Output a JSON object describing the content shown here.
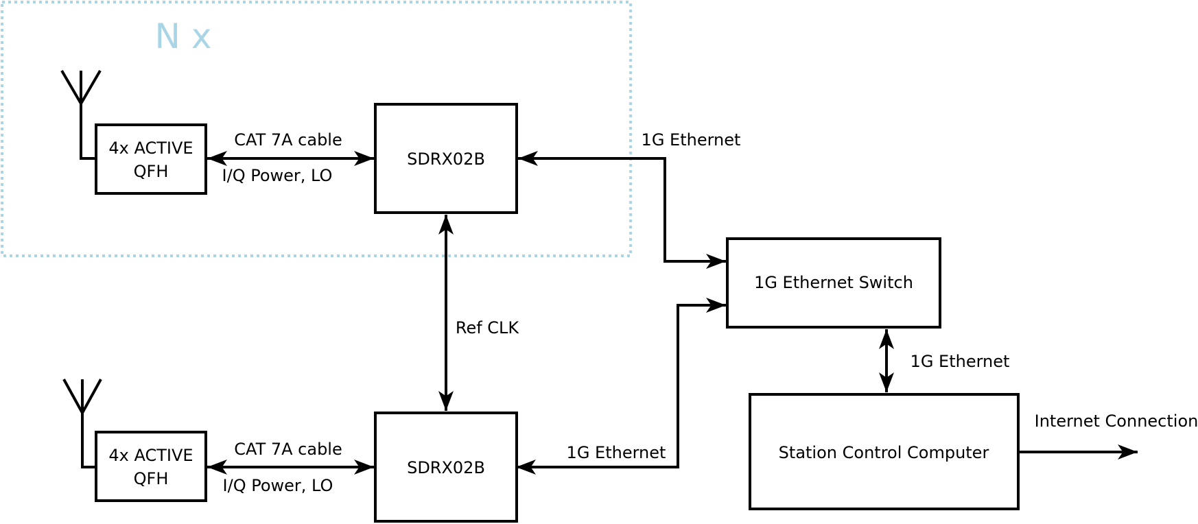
{
  "colors": {
    "line": "#000000",
    "accent_blue": "#a9d5e6",
    "background": "#ffffff"
  },
  "group": {
    "multiplier_label": "N x"
  },
  "nodes": {
    "qfh_top": {
      "label_line1": "4x ACTIVE",
      "label_line2": "QFH"
    },
    "sdrx_top": {
      "label": "SDRX02B"
    },
    "qfh_bottom": {
      "label_line1": "4x ACTIVE",
      "label_line2": "QFH"
    },
    "sdrx_bottom": {
      "label": "SDRX02B"
    },
    "ethernet_switch": {
      "label": "1G Ethernet Switch"
    },
    "station_computer": {
      "label": "Station Control Computer"
    }
  },
  "links": {
    "cat7a_top": {
      "label_above": "CAT 7A cable",
      "label_below": "I/Q Power, LO"
    },
    "cat7a_bottom": {
      "label_above": "CAT 7A cable",
      "label_below": "I/Q Power, LO"
    },
    "ethernet_top": {
      "label": "1G Ethernet"
    },
    "ethernet_bottom": {
      "label": "1G Ethernet"
    },
    "ref_clk": {
      "label": "Ref CLK"
    },
    "ethernet_switch_computer": {
      "label": "1G Ethernet"
    },
    "internet": {
      "label": "Internet Connection"
    }
  }
}
